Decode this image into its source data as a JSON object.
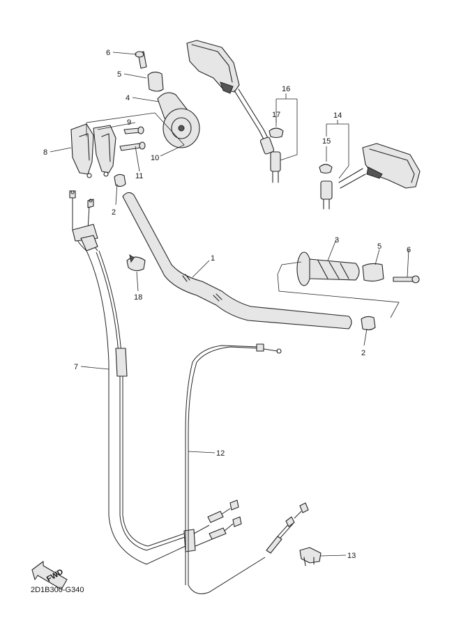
{
  "diagram": {
    "code": "2D1B300-G340",
    "fwd_label": "FWD",
    "callouts": {
      "c1": "1",
      "c2a": "2",
      "c2b": "2",
      "c3": "3",
      "c4": "4",
      "c5a": "5",
      "c5b": "5",
      "c6a": "6",
      "c6b": "6",
      "c7": "7",
      "c8": "8",
      "c9": "9",
      "c10": "10",
      "c11": "11",
      "c12": "12",
      "c13": "13",
      "c14": "14",
      "c15": "15",
      "c16": "16",
      "c17": "17",
      "c18": "18"
    }
  }
}
